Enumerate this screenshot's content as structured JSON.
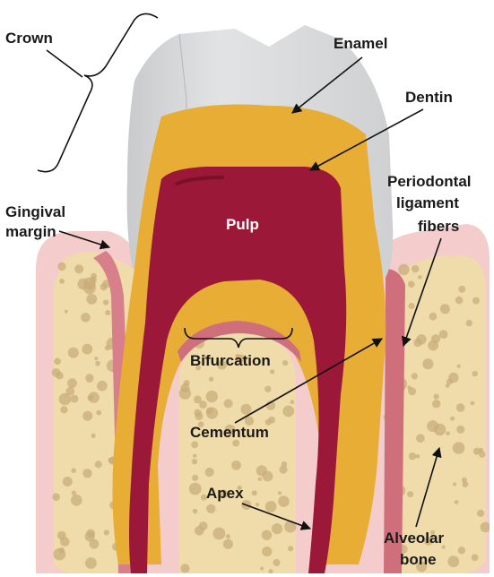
{
  "labels": {
    "crown": "Crown",
    "enamel": "Enamel",
    "dentin": "Dentin",
    "gingival_margin": [
      "Gingival",
      "margin"
    ],
    "pulp": "Pulp",
    "periodontal_ligament_fibers": [
      "Periodontal",
      "ligament",
      "fibers"
    ],
    "bifurcation": "Bifurcation",
    "cementum": "Cementum",
    "apex": "Apex",
    "alveolar_bone": [
      "Alveolar",
      "bone"
    ]
  },
  "colors": {
    "enamel": "#d9dadb",
    "dentin": "#e8b13a",
    "pulp": "#9b1838",
    "gum": "#f2c4c4",
    "bone": "#efdcaa",
    "bone_pores": "#c8ad78",
    "ligament": "#cf6f7c"
  },
  "icons": [
    "brace-icon",
    "arrow-icon"
  ]
}
